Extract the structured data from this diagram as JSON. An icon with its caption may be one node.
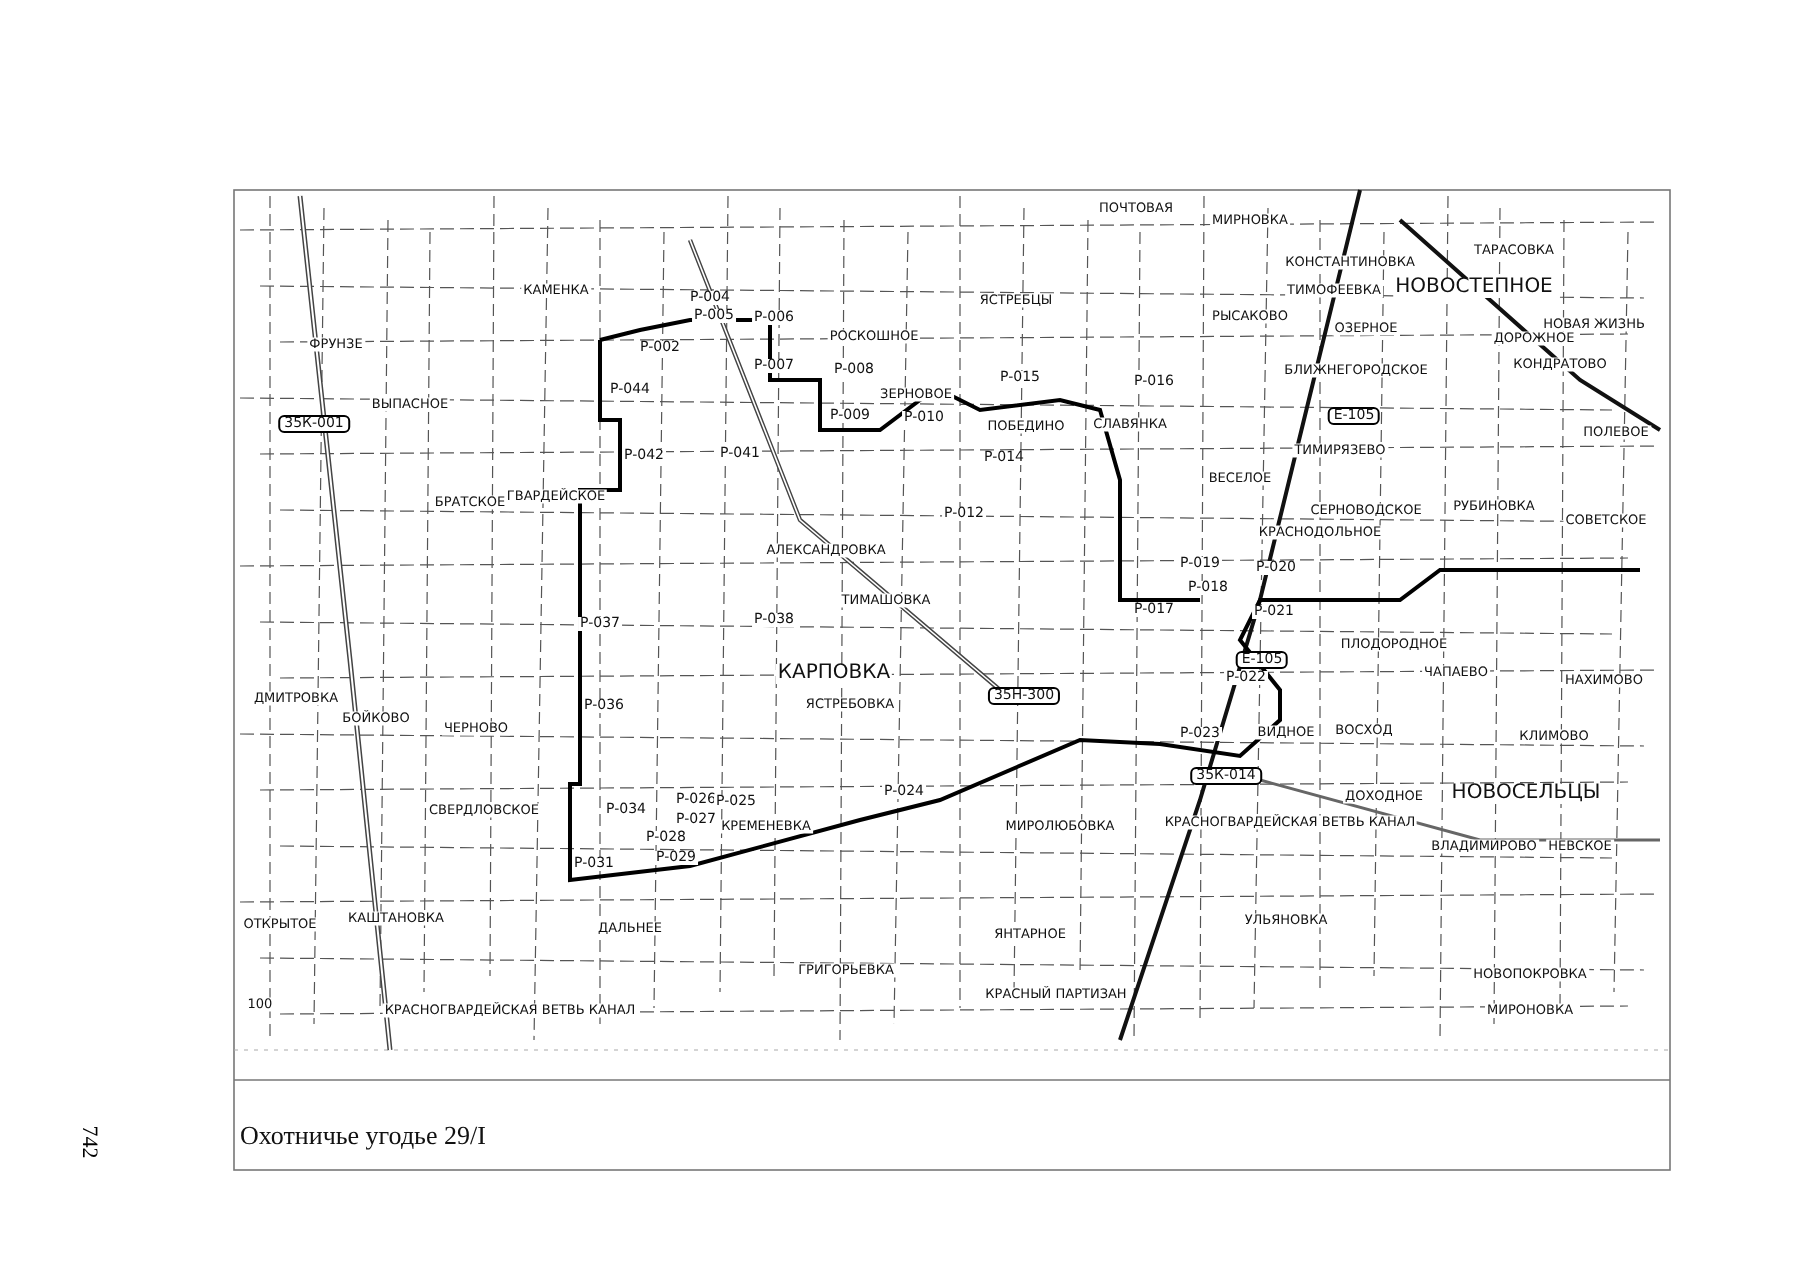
{
  "diagram": {
    "caption": "Охотничье угодье 29/I",
    "labels": [
      "ПОЧТОВАЯ",
      "МИРНОВКА",
      "КАМЕНКА",
      "КОНСТАНТИНОВКА",
      "ТАРАСОВКА",
      "ТИМОФЕЕВКА",
      "НОВОСТЕПНОЕ",
      "P-004",
      "P-005",
      "P-002",
      "P-006",
      "ЯСТРЕБЦЫ",
      "РЫСАКОВО",
      "НОВАЯ ЖИЗНЬ",
      "РОСКОШНОЕ",
      "ОЗЕРНОЕ",
      "ДОРОЖНОЕ",
      "ФРУНЗЕ",
      "P-007",
      "P-008",
      "P-015",
      "P-016",
      "КОНДРАТОВО",
      "БЛИЖНЕГОРОДСКОЕ",
      "P-044",
      "ЗЕРНОВОЕ",
      "ВЫПАСНОЕ",
      "35К-001",
      "P-009",
      "P-010",
      "ПОБЕДИНО",
      "СЛАВЯНКА",
      "E-105",
      "ПОЛЕВОЕ",
      "P-042",
      "P-041",
      "P-014",
      "ТИМИРЯЗЕВО",
      "ВЕСЕЛОЕ",
      "ГВАРДЕЙСКОЕ",
      "БРАТСКОЕ",
      "P-012",
      "СЕРНОВОДСКОЕ",
      "РУБИНОВКА",
      "СОВЕТСКОЕ",
      "КРАСНОДОЛЬНОЕ",
      "АЛЕКСАНДРОВКА",
      "P-019",
      "P-020",
      "P-018",
      "ТИМАШОВКА",
      "P-017",
      "P-021",
      "P-037",
      "P-038",
      "ПЛОДОРОДНОЕ",
      "E-105",
      "P-022",
      "ЧАПАЕВО",
      "НАХИМОВО",
      "КАРПОВКА",
      "ДМИТРОВКА",
      "35Н-300",
      "P-036",
      "ЯСТРЕБОВКА",
      "БОЙКОВО",
      "ЧЕРНОВО",
      "P-023",
      "ВИДНОЕ",
      "ВОСХОД",
      "КЛИМОВО",
      "35К-014",
      "P-026",
      "P-025",
      "P-024",
      "ДОХОДНОЕ",
      "НОВОСЕЛЬЦЫ",
      "СВЕРДЛОВСКОЕ",
      "P-034",
      "P-027",
      "КРЕМЕНЕВКА",
      "МИРОЛЮБОВКА",
      "P-028",
      "КРАСНОГВАРДЕЙСКАЯ ВЕТВЬ КАНАЛ",
      "ВЛАДИМИРОВО",
      "НЕВСКОЕ",
      "P-031",
      "P-029",
      "ОТКРЫТОЕ",
      "КАШТАНОВКА",
      "ДАЛЬНЕЕ",
      "ЯНТАРНОЕ",
      "УЛЬЯНОВКА",
      "ГРИГОРЬЕВКА",
      "НОВОПОКРОВКА",
      "КРАСНЫЙ ПАРТИЗАН",
      "100",
      "КРАСНОГВАРДЕЙСКАЯ ВЕТВЬ КАНАЛ",
      "МИРОНОВКА",
      "742"
    ]
  }
}
